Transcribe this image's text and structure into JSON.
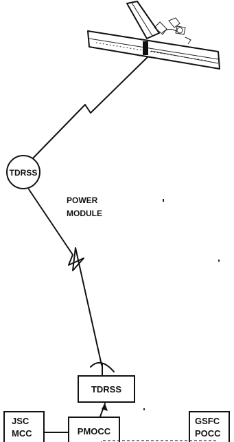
{
  "nodes": {
    "tdrss_satellite": "TDRSS",
    "power_module_line1": "POWER",
    "power_module_line2": "MODULE",
    "tdrss_ground": "TDRSS",
    "jsc_line1": "JSC",
    "jsc_line2": "MCC",
    "pmocc": "PMOCC",
    "gsfc_line1": "GSFC",
    "gsfc_line2": "POCC"
  },
  "colors": {
    "ink": "#111111",
    "background": "#ffffff"
  },
  "icons": [
    "power-module-spacecraft-icon",
    "lightning-link-icon",
    "ground-antenna-icon"
  ]
}
